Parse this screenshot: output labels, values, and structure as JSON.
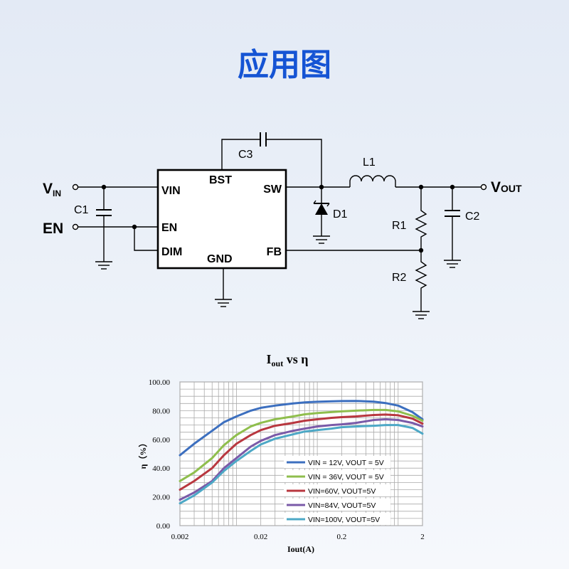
{
  "page_title": "应用图",
  "schematic": {
    "inputs": {
      "vin_main": "V",
      "vin_sub": "IN",
      "en": "EN"
    },
    "ic_pins": {
      "vin": "VIN",
      "en": "EN",
      "dim": "DIM",
      "bst": "BST",
      "sw": "SW",
      "gnd": "GND",
      "fb": "FB"
    },
    "components": {
      "c1": "C1",
      "c2": "C2",
      "c3": "C3",
      "l1": "L1",
      "d1": "D1",
      "r1": "R1",
      "r2": "R2"
    },
    "output": {
      "main": "V",
      "sub": "OUT"
    }
  },
  "chart_data": {
    "type": "line",
    "title_main": "I",
    "title_sub": "out",
    "title_rest": " vs η",
    "xlabel": "Iout(A)",
    "ylabel": "η（%）",
    "x_scale": "log",
    "xlim": [
      0.002,
      2
    ],
    "ylim": [
      0,
      100
    ],
    "x_ticks": [
      0.002,
      0.02,
      0.2,
      2
    ],
    "x_tick_labels": [
      "0.002",
      "0.02",
      "0.2",
      "2"
    ],
    "y_ticks": [
      0,
      20,
      40,
      60,
      80,
      100
    ],
    "y_tick_labels": [
      "0.00",
      "20.00",
      "40.00",
      "60.00",
      "80.00",
      "100.00"
    ],
    "grid": true,
    "legend_position": "bottom-right",
    "x": [
      0.002,
      0.003,
      0.005,
      0.007,
      0.01,
      0.015,
      0.02,
      0.03,
      0.05,
      0.07,
      0.1,
      0.15,
      0.2,
      0.3,
      0.5,
      0.7,
      1.0,
      1.5,
      2.0
    ],
    "series": [
      {
        "name": "VIN = 12V, VOUT = 5V",
        "color": "#3c6fbf",
        "values": [
          49,
          57,
          66,
          72,
          76,
          80,
          82,
          83.5,
          85,
          85.8,
          86.2,
          86.5,
          86.7,
          86.8,
          86.3,
          85.3,
          83.5,
          79,
          74
        ]
      },
      {
        "name": "VIN = 36V, VOUT = 5V",
        "color": "#8fbe4d",
        "values": [
          31,
          37,
          47,
          56,
          63,
          69,
          71.5,
          74,
          76,
          77.5,
          78.3,
          79,
          79.5,
          80,
          80.5,
          80.5,
          79.5,
          76.5,
          73
        ]
      },
      {
        "name": "VIN=60V, VOUT=5V",
        "color": "#b8373f",
        "values": [
          25,
          31,
          40,
          49,
          57,
          63,
          66.5,
          69.5,
          71.5,
          73,
          74,
          75,
          75.5,
          76,
          77,
          77.3,
          76.8,
          74.5,
          71
        ]
      },
      {
        "name": "VIN=84V, VOUT=5V",
        "color": "#7a5aa8",
        "values": [
          18,
          23,
          31,
          40,
          47,
          55,
          59,
          63,
          66,
          67.5,
          69,
          70,
          70.5,
          71.5,
          73.5,
          74,
          73.5,
          71.5,
          69
        ]
      },
      {
        "name": "VIN=100V, VOUT=5V",
        "color": "#4da8c6",
        "values": [
          15.5,
          21,
          30,
          38,
          45,
          52,
          56.5,
          60.5,
          63.5,
          65.5,
          66.5,
          67.5,
          68.5,
          69,
          69.5,
          70,
          70,
          68,
          64
        ]
      }
    ]
  }
}
